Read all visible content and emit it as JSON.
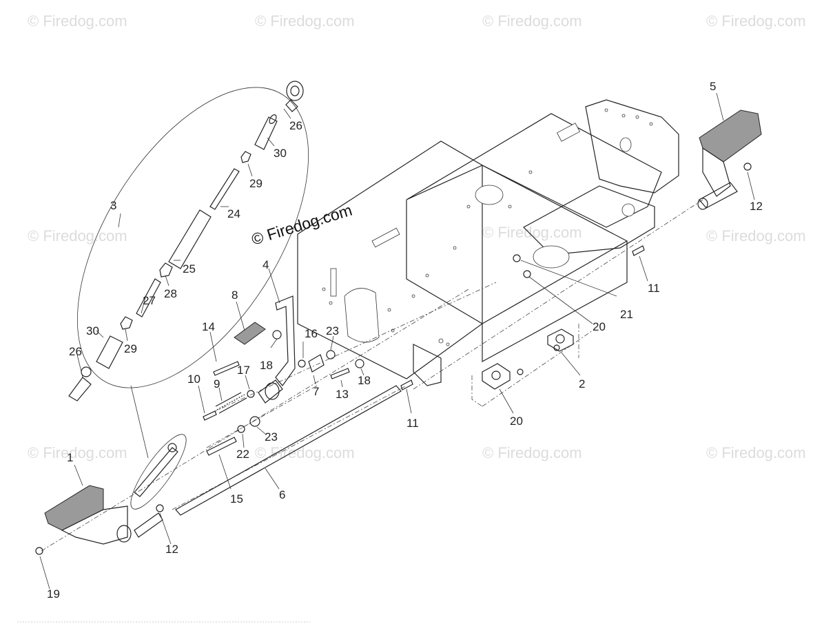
{
  "watermark": {
    "text": "Firedog.com",
    "copyright_mark": "© Firedog.com"
  },
  "callouts": [
    {
      "id": "c26a",
      "label": "26"
    },
    {
      "id": "c30a",
      "label": "30"
    },
    {
      "id": "c29a",
      "label": "29"
    },
    {
      "id": "c3",
      "label": "3"
    },
    {
      "id": "c24",
      "label": "24"
    },
    {
      "id": "c25",
      "label": "25"
    },
    {
      "id": "c28",
      "label": "28"
    },
    {
      "id": "c27",
      "label": "27"
    },
    {
      "id": "c30b",
      "label": "30"
    },
    {
      "id": "c29b",
      "label": "29"
    },
    {
      "id": "c26b",
      "label": "26"
    },
    {
      "id": "c4",
      "label": "4"
    },
    {
      "id": "c8",
      "label": "8"
    },
    {
      "id": "c14",
      "label": "14"
    },
    {
      "id": "c18a",
      "label": "18"
    },
    {
      "id": "c16",
      "label": "16"
    },
    {
      "id": "c23a",
      "label": "23"
    },
    {
      "id": "c10",
      "label": "10"
    },
    {
      "id": "c9",
      "label": "9"
    },
    {
      "id": "c17",
      "label": "17"
    },
    {
      "id": "c7",
      "label": "7"
    },
    {
      "id": "c13",
      "label": "13"
    },
    {
      "id": "c18b",
      "label": "18"
    },
    {
      "id": "c11a",
      "label": "11"
    },
    {
      "id": "c23b",
      "label": "23"
    },
    {
      "id": "c22",
      "label": "22"
    },
    {
      "id": "c15",
      "label": "15"
    },
    {
      "id": "c6",
      "label": "6"
    },
    {
      "id": "c1",
      "label": "1"
    },
    {
      "id": "c12a",
      "label": "12"
    },
    {
      "id": "c19",
      "label": "19"
    },
    {
      "id": "c5",
      "label": "5"
    },
    {
      "id": "c12b",
      "label": "12"
    },
    {
      "id": "c11b",
      "label": "11"
    },
    {
      "id": "c21",
      "label": "21"
    },
    {
      "id": "c20a",
      "label": "20"
    },
    {
      "id": "c2",
      "label": "2"
    },
    {
      "id": "c20b",
      "label": "20"
    }
  ]
}
